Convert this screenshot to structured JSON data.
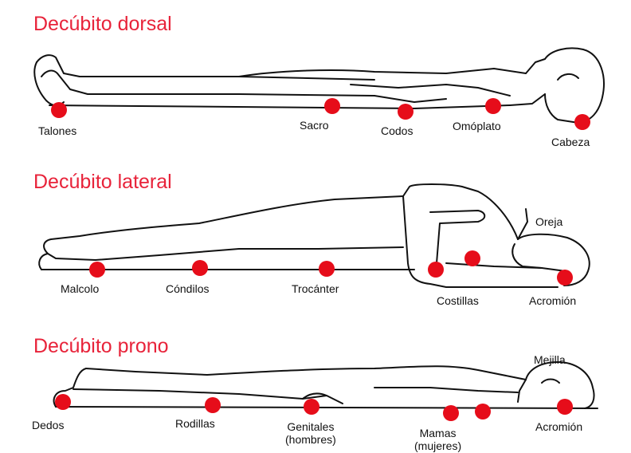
{
  "panels": [
    {
      "title": "Decúbito dorsal",
      "labels": [
        "Talones",
        "Sacro",
        "Codos",
        "Omóplato",
        "Cabeza"
      ]
    },
    {
      "title": "Decúbito lateral",
      "labels": [
        "Oreja",
        "Malcolo",
        "Cóndilos",
        "Trocánter",
        "Costillas",
        "Acromión"
      ]
    },
    {
      "title": "Decúbito prono",
      "labels": [
        "Mejilla",
        "Dedos",
        "Rodillas",
        "Genitales\n(hombres)",
        "Mamas\n(mujeres)",
        "Acromión"
      ]
    }
  ],
  "colors": {
    "title": "#e8233a",
    "pressure_point": "#e60d1a",
    "outline": "#111111"
  }
}
